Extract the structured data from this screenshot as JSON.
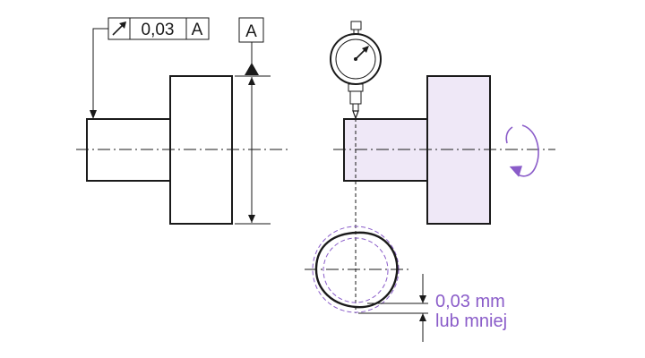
{
  "tolerance_frame": {
    "symbol": "circular-runout-arrow-icon",
    "value": "0,03",
    "datum": "A"
  },
  "datum_label": "A",
  "annotation": {
    "line1": "0,03 mm",
    "line2": "lub mniej"
  },
  "colors": {
    "ink": "#1a1a1a",
    "accent": "#8a5cc9",
    "part_fill": "#efe8f7"
  }
}
